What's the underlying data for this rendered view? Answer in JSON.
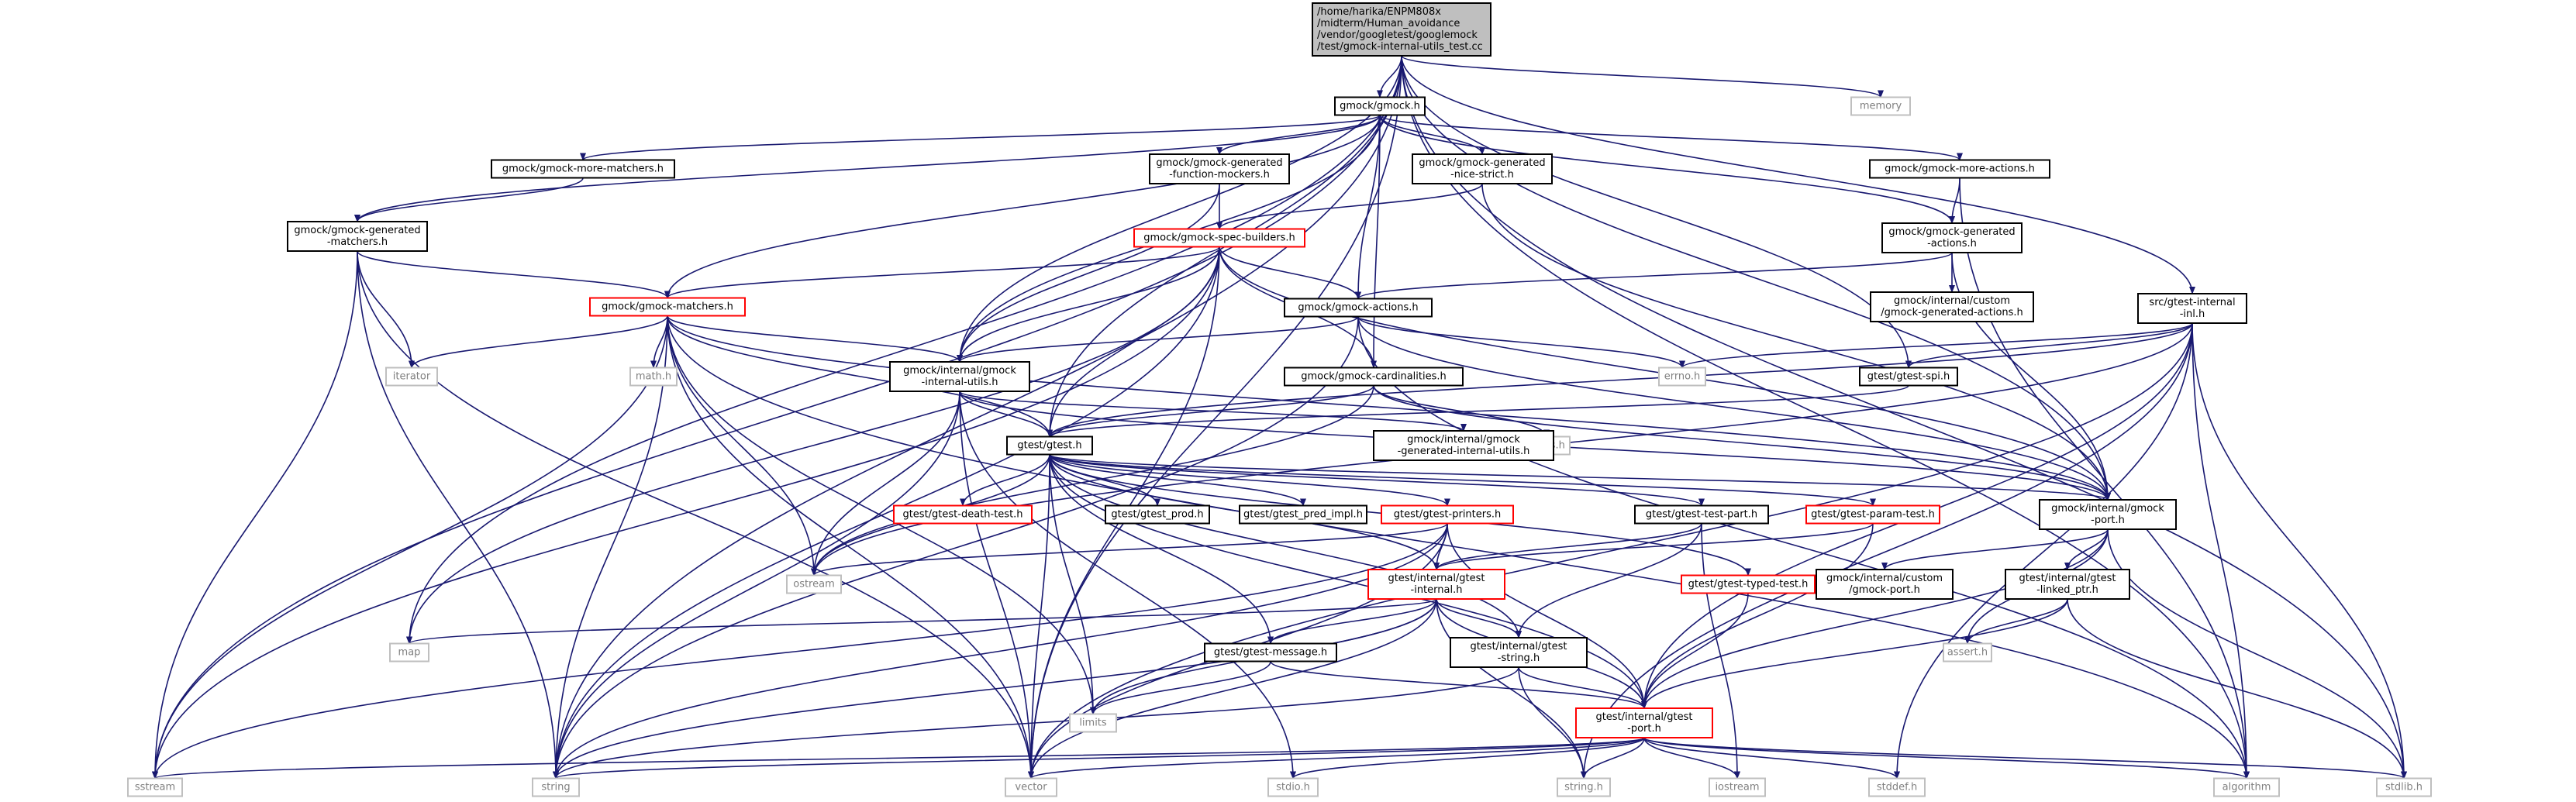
{
  "colors": {
    "edge": "#191970",
    "box_black": "#000000",
    "box_red": "#ff0000",
    "box_gray": "#bfbfbf",
    "root_fill": "#bfbfbf",
    "system_header_text": "#808080"
  },
  "nodes": {
    "root": {
      "lines": [
        "/home/harika/ENPM808x",
        "/midterm/Human_avoidance",
        "/vendor/googletest/googlemock",
        "/test/gmock-internal-utils_test.cc"
      ],
      "style": "root"
    },
    "gmock_h": {
      "lines": [
        "gmock/gmock.h"
      ],
      "style": "black"
    },
    "memory": {
      "lines": [
        "memory"
      ],
      "style": "system"
    },
    "more_matchers": {
      "lines": [
        "gmock/gmock-more-matchers.h"
      ],
      "style": "black"
    },
    "gen_mockers": {
      "lines": [
        "gmock/gmock-generated",
        "-function-mockers.h"
      ],
      "style": "black"
    },
    "gen_nice": {
      "lines": [
        "gmock/gmock-generated",
        "-nice-strict.h"
      ],
      "style": "black"
    },
    "more_actions": {
      "lines": [
        "gmock/gmock-more-actions.h"
      ],
      "style": "black"
    },
    "gen_matchers": {
      "lines": [
        "gmock/gmock-generated",
        "-matchers.h"
      ],
      "style": "black"
    },
    "spec_builders": {
      "lines": [
        "gmock/gmock-spec-builders.h"
      ],
      "style": "red"
    },
    "gen_actions": {
      "lines": [
        "gmock/gmock-generated",
        "-actions.h"
      ],
      "style": "black"
    },
    "matchers": {
      "lines": [
        "gmock/gmock-matchers.h"
      ],
      "style": "red"
    },
    "actions": {
      "lines": [
        "gmock/gmock-actions.h"
      ],
      "style": "black"
    },
    "custom_gen_actions": {
      "lines": [
        "gmock/internal/custom",
        "/gmock-generated-actions.h"
      ],
      "style": "black"
    },
    "gtest_internal_inl": {
      "lines": [
        "src/gtest-internal",
        "-inl.h"
      ],
      "style": "black"
    },
    "iterator": {
      "lines": [
        "iterator"
      ],
      "style": "system"
    },
    "math_h": {
      "lines": [
        "math.h"
      ],
      "style": "system"
    },
    "internal_utils": {
      "lines": [
        "gmock/internal/gmock",
        "-internal-utils.h"
      ],
      "style": "black"
    },
    "cardinalities": {
      "lines": [
        "gmock/gmock-cardinalities.h"
      ],
      "style": "black"
    },
    "errno_h": {
      "lines": [
        "errno.h"
      ],
      "style": "system"
    },
    "gtest_spi": {
      "lines": [
        "gtest/gtest-spi.h"
      ],
      "style": "black"
    },
    "limits_h": {
      "lines": [
        "limits.h"
      ],
      "style": "system"
    },
    "gtest_h": {
      "lines": [
        "gtest/gtest.h"
      ],
      "style": "black"
    },
    "gen_internal_utils": {
      "lines": [
        "gmock/internal/gmock",
        "-generated-internal-utils.h"
      ],
      "style": "black"
    },
    "death_test": {
      "lines": [
        "gtest/gtest-death-test.h"
      ],
      "style": "red"
    },
    "gtest_prod": {
      "lines": [
        "gtest/gtest_prod.h"
      ],
      "style": "black"
    },
    "gtest_pred_impl": {
      "lines": [
        "gtest/gtest_pred_impl.h"
      ],
      "style": "black"
    },
    "gtest_printers": {
      "lines": [
        "gtest/gtest-printers.h"
      ],
      "style": "red"
    },
    "test_part": {
      "lines": [
        "gtest/gtest-test-part.h"
      ],
      "style": "black"
    },
    "param_test": {
      "lines": [
        "gtest/gtest-param-test.h"
      ],
      "style": "red"
    },
    "gmock_port": {
      "lines": [
        "gmock/internal/gmock",
        "-port.h"
      ],
      "style": "black"
    },
    "ostream": {
      "lines": [
        "ostream"
      ],
      "style": "system"
    },
    "gtest_internal": {
      "lines": [
        "gtest/internal/gtest",
        "-internal.h"
      ],
      "style": "red"
    },
    "typed_test": {
      "lines": [
        "gtest/gtest-typed-test.h"
      ],
      "style": "red"
    },
    "custom_gmock_port": {
      "lines": [
        "gmock/internal/custom",
        "/gmock-port.h"
      ],
      "style": "black"
    },
    "linked_ptr": {
      "lines": [
        "gtest/internal/gtest",
        "-linked_ptr.h"
      ],
      "style": "black"
    },
    "map": {
      "lines": [
        "map"
      ],
      "style": "system"
    },
    "gtest_message": {
      "lines": [
        "gtest/gtest-message.h"
      ],
      "style": "black"
    },
    "gtest_string": {
      "lines": [
        "gtest/internal/gtest",
        "-string.h"
      ],
      "style": "black"
    },
    "assert_h": {
      "lines": [
        "assert.h"
      ],
      "style": "system"
    },
    "limits": {
      "lines": [
        "limits"
      ],
      "style": "system"
    },
    "gtest_port": {
      "lines": [
        "gtest/internal/gtest",
        "-port.h"
      ],
      "style": "red"
    },
    "sstream": {
      "lines": [
        "sstream"
      ],
      "style": "system"
    },
    "string": {
      "lines": [
        "string"
      ],
      "style": "system"
    },
    "vector": {
      "lines": [
        "vector"
      ],
      "style": "system"
    },
    "stdio_h": {
      "lines": [
        "stdio.h"
      ],
      "style": "system"
    },
    "string_h": {
      "lines": [
        "string.h"
      ],
      "style": "system"
    },
    "iostream": {
      "lines": [
        "iostream"
      ],
      "style": "system"
    },
    "stddef_h": {
      "lines": [
        "stddef.h"
      ],
      "style": "system"
    },
    "algorithm": {
      "lines": [
        "algorithm"
      ],
      "style": "system"
    },
    "stdlib_h": {
      "lines": [
        "stdlib.h"
      ],
      "style": "system"
    }
  },
  "edges": [
    [
      "root",
      "gmock_h"
    ],
    [
      "root",
      "memory"
    ],
    [
      "root",
      "internal_utils"
    ],
    [
      "root",
      "gtest_h"
    ],
    [
      "root",
      "gtest_spi"
    ],
    [
      "root",
      "gtest_internal_inl"
    ],
    [
      "root",
      "gmock_port"
    ],
    [
      "root",
      "map"
    ],
    [
      "root",
      "sstream"
    ],
    [
      "root",
      "string"
    ],
    [
      "root",
      "vector"
    ],
    [
      "root",
      "algorithm"
    ],
    [
      "root",
      "stdlib_h"
    ],
    [
      "gmock_h",
      "more_matchers"
    ],
    [
      "gmock_h",
      "gen_mockers"
    ],
    [
      "gmock_h",
      "gen_nice"
    ],
    [
      "gmock_h",
      "more_actions"
    ],
    [
      "gmock_h",
      "gen_matchers"
    ],
    [
      "gmock_h",
      "matchers"
    ],
    [
      "gmock_h",
      "actions"
    ],
    [
      "gmock_h",
      "gen_actions"
    ],
    [
      "gmock_h",
      "cardinalities"
    ],
    [
      "gmock_h",
      "internal_utils"
    ],
    [
      "more_matchers",
      "gen_matchers"
    ],
    [
      "gen_mockers",
      "spec_builders"
    ],
    [
      "gen_mockers",
      "internal_utils"
    ],
    [
      "gen_nice",
      "spec_builders"
    ],
    [
      "gen_nice",
      "gmock_port"
    ],
    [
      "more_actions",
      "gen_actions"
    ],
    [
      "more_actions",
      "algorithm"
    ],
    [
      "gen_matchers",
      "matchers"
    ],
    [
      "gen_matchers",
      "iterator"
    ],
    [
      "gen_matchers",
      "sstream"
    ],
    [
      "gen_matchers",
      "string"
    ],
    [
      "gen_matchers",
      "vector"
    ],
    [
      "spec_builders",
      "matchers"
    ],
    [
      "spec_builders",
      "actions"
    ],
    [
      "spec_builders",
      "cardinalities"
    ],
    [
      "spec_builders",
      "internal_utils"
    ],
    [
      "spec_builders",
      "gtest_h"
    ],
    [
      "spec_builders",
      "gmock_port"
    ],
    [
      "spec_builders",
      "map"
    ],
    [
      "spec_builders",
      "sstream"
    ],
    [
      "spec_builders",
      "string"
    ],
    [
      "spec_builders",
      "vector"
    ],
    [
      "gen_actions",
      "actions"
    ],
    [
      "gen_actions",
      "custom_gen_actions"
    ],
    [
      "gen_actions",
      "gmock_port"
    ],
    [
      "matchers",
      "internal_utils"
    ],
    [
      "matchers",
      "gtest_h"
    ],
    [
      "matchers",
      "gmock_port"
    ],
    [
      "matchers",
      "iterator"
    ],
    [
      "matchers",
      "math_h"
    ],
    [
      "matchers",
      "limits"
    ],
    [
      "matchers",
      "ostream"
    ],
    [
      "matchers",
      "sstream"
    ],
    [
      "matchers",
      "string"
    ],
    [
      "matchers",
      "vector"
    ],
    [
      "matchers",
      "algorithm"
    ],
    [
      "actions",
      "internal_utils"
    ],
    [
      "actions",
      "gmock_port"
    ],
    [
      "actions",
      "errno_h"
    ],
    [
      "actions",
      "algorithm"
    ],
    [
      "actions",
      "string"
    ],
    [
      "gtest_internal_inl",
      "errno_h"
    ],
    [
      "gtest_internal_inl",
      "gtest_spi"
    ],
    [
      "gtest_internal_inl",
      "gtest_h"
    ],
    [
      "gtest_internal_inl",
      "gtest_port"
    ],
    [
      "gtest_internal_inl",
      "algorithm"
    ],
    [
      "gtest_internal_inl",
      "stdlib_h"
    ],
    [
      "gtest_internal_inl",
      "stddef_h"
    ],
    [
      "gtest_internal_inl",
      "string_h"
    ],
    [
      "gtest_internal_inl",
      "vector"
    ],
    [
      "gtest_internal_inl",
      "ostream"
    ],
    [
      "internal_utils",
      "gtest_h"
    ],
    [
      "internal_utils",
      "gen_internal_utils"
    ],
    [
      "internal_utils",
      "gmock_port"
    ],
    [
      "internal_utils",
      "ostream"
    ],
    [
      "internal_utils",
      "string"
    ],
    [
      "internal_utils",
      "vector"
    ],
    [
      "internal_utils",
      "stdio_h"
    ],
    [
      "cardinalities",
      "gtest_h"
    ],
    [
      "cardinalities",
      "gmock_port"
    ],
    [
      "cardinalities",
      "limits_h"
    ],
    [
      "cardinalities",
      "ostream"
    ],
    [
      "gtest_spi",
      "gtest_h"
    ],
    [
      "gtest_h",
      "death_test"
    ],
    [
      "gtest_h",
      "gtest_prod"
    ],
    [
      "gtest_h",
      "gtest_pred_impl"
    ],
    [
      "gtest_h",
      "gtest_printers"
    ],
    [
      "gtest_h",
      "test_part"
    ],
    [
      "gtest_h",
      "param_test"
    ],
    [
      "gtest_h",
      "gtest_internal"
    ],
    [
      "gtest_h",
      "gtest_message"
    ],
    [
      "gtest_h",
      "gtest_string"
    ],
    [
      "gtest_h",
      "gtest_port"
    ],
    [
      "gtest_h",
      "typed_test"
    ],
    [
      "gtest_h",
      "ostream"
    ],
    [
      "gtest_h",
      "limits"
    ],
    [
      "gtest_h",
      "vector"
    ],
    [
      "gtest_h",
      "gmock_port"
    ],
    [
      "gtest_printers",
      "ostream"
    ],
    [
      "gtest_printers",
      "sstream"
    ],
    [
      "gtest_printers",
      "string"
    ],
    [
      "gtest_printers",
      "vector"
    ],
    [
      "gtest_printers",
      "gtest_internal"
    ],
    [
      "gtest_printers",
      "gtest_port"
    ],
    [
      "test_part",
      "gtest_internal"
    ],
    [
      "test_part",
      "gtest_string"
    ],
    [
      "test_part",
      "iostream"
    ],
    [
      "param_test",
      "gtest_internal"
    ],
    [
      "param_test",
      "gtest_port"
    ],
    [
      "gmock_port",
      "custom_gmock_port"
    ],
    [
      "gmock_port",
      "linked_ptr"
    ],
    [
      "gmock_port",
      "gtest_port"
    ],
    [
      "gmock_port",
      "assert_h"
    ],
    [
      "gmock_port",
      "stdlib_h"
    ],
    [
      "gtest_internal",
      "map"
    ],
    [
      "gtest_internal",
      "gtest_message"
    ],
    [
      "gtest_internal",
      "gtest_string"
    ],
    [
      "gtest_internal",
      "gtest_port"
    ],
    [
      "gtest_internal",
      "limits"
    ],
    [
      "gtest_internal",
      "string"
    ],
    [
      "gtest_internal",
      "vector"
    ],
    [
      "gtest_internal",
      "string_h"
    ],
    [
      "typed_test",
      "gtest_port"
    ],
    [
      "linked_ptr",
      "gtest_port"
    ],
    [
      "linked_ptr",
      "assert_h"
    ],
    [
      "linked_ptr",
      "stdlib_h"
    ],
    [
      "gtest_message",
      "gtest_port"
    ],
    [
      "gtest_message",
      "limits"
    ],
    [
      "gtest_string",
      "gtest_port"
    ],
    [
      "gtest_string",
      "string"
    ],
    [
      "gtest_string",
      "string_h"
    ],
    [
      "gtest_port",
      "sstream"
    ],
    [
      "gtest_port",
      "string"
    ],
    [
      "gtest_port",
      "vector"
    ],
    [
      "gtest_port",
      "stdio_h"
    ],
    [
      "gtest_port",
      "string_h"
    ],
    [
      "gtest_port",
      "iostream"
    ],
    [
      "gtest_port",
      "stddef_h"
    ],
    [
      "gtest_port",
      "algorithm"
    ],
    [
      "gtest_port",
      "stdlib_h"
    ]
  ]
}
